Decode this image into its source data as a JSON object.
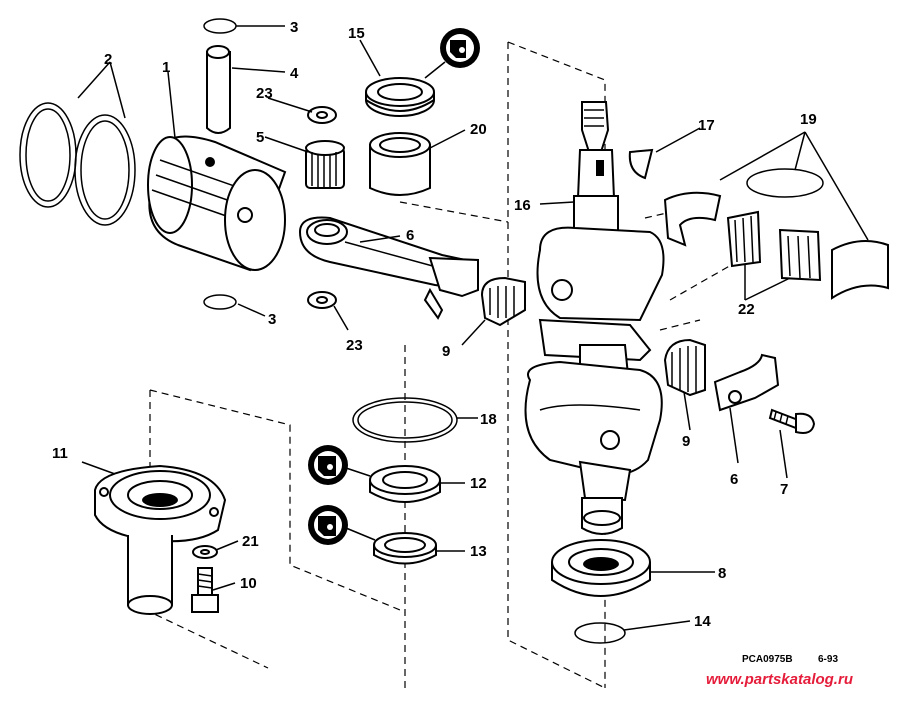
{
  "diagram": {
    "callouts": [
      {
        "id": "c1",
        "text": "1"
      },
      {
        "id": "c2",
        "text": "2"
      },
      {
        "id": "c3a",
        "text": "3"
      },
      {
        "id": "c3b",
        "text": "3"
      },
      {
        "id": "c4",
        "text": "4"
      },
      {
        "id": "c5",
        "text": "5"
      },
      {
        "id": "c6a",
        "text": "6"
      },
      {
        "id": "c6b",
        "text": "6"
      },
      {
        "id": "c7",
        "text": "7"
      },
      {
        "id": "c8",
        "text": "8"
      },
      {
        "id": "c9a",
        "text": "9"
      },
      {
        "id": "c9b",
        "text": "9"
      },
      {
        "id": "c10",
        "text": "10"
      },
      {
        "id": "c11",
        "text": "11"
      },
      {
        "id": "c12",
        "text": "12"
      },
      {
        "id": "c13",
        "text": "13"
      },
      {
        "id": "c14",
        "text": "14"
      },
      {
        "id": "c15",
        "text": "15"
      },
      {
        "id": "c16",
        "text": "16"
      },
      {
        "id": "c17",
        "text": "17"
      },
      {
        "id": "c18",
        "text": "18"
      },
      {
        "id": "c19",
        "text": "19"
      },
      {
        "id": "c20",
        "text": "20"
      },
      {
        "id": "c21",
        "text": "21"
      },
      {
        "id": "c22",
        "text": "22"
      },
      {
        "id": "c23a",
        "text": "23"
      },
      {
        "id": "c23b",
        "text": "23"
      }
    ],
    "drawing_code": "PCA0975B",
    "date_code": "6-93",
    "watermark": "www.partskatalog.ru"
  }
}
